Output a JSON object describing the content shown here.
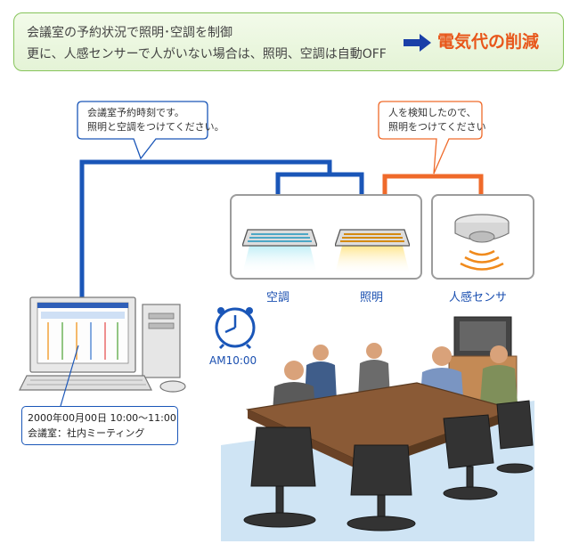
{
  "banner": {
    "line1": "会議室の予約状況で照明･空調を制御",
    "line2": "更に、人感センサーで人がいない場合は、照明、空調は自動OFF",
    "result": "電気代の削減"
  },
  "callout_reservation": {
    "line1": "会議室予約時刻です。",
    "line2": "照明と空調をつけてください。"
  },
  "callout_sensor": {
    "line1": "人を検知したので、",
    "line2": "照明をつけてください"
  },
  "devices": {
    "aircon": "空調",
    "lighting": "照明",
    "sensor": "人感センサ"
  },
  "clock": {
    "label": "AM10:00"
  },
  "reservation": {
    "line1": "2000年00月00日  10:00～11:00",
    "line2": "会議室：社内ミーティング"
  },
  "colors": {
    "blue_line": "#1a56b8",
    "orange_line": "#ef6a2a",
    "result_text": "#e8561a",
    "banner_border": "#86c45a"
  }
}
